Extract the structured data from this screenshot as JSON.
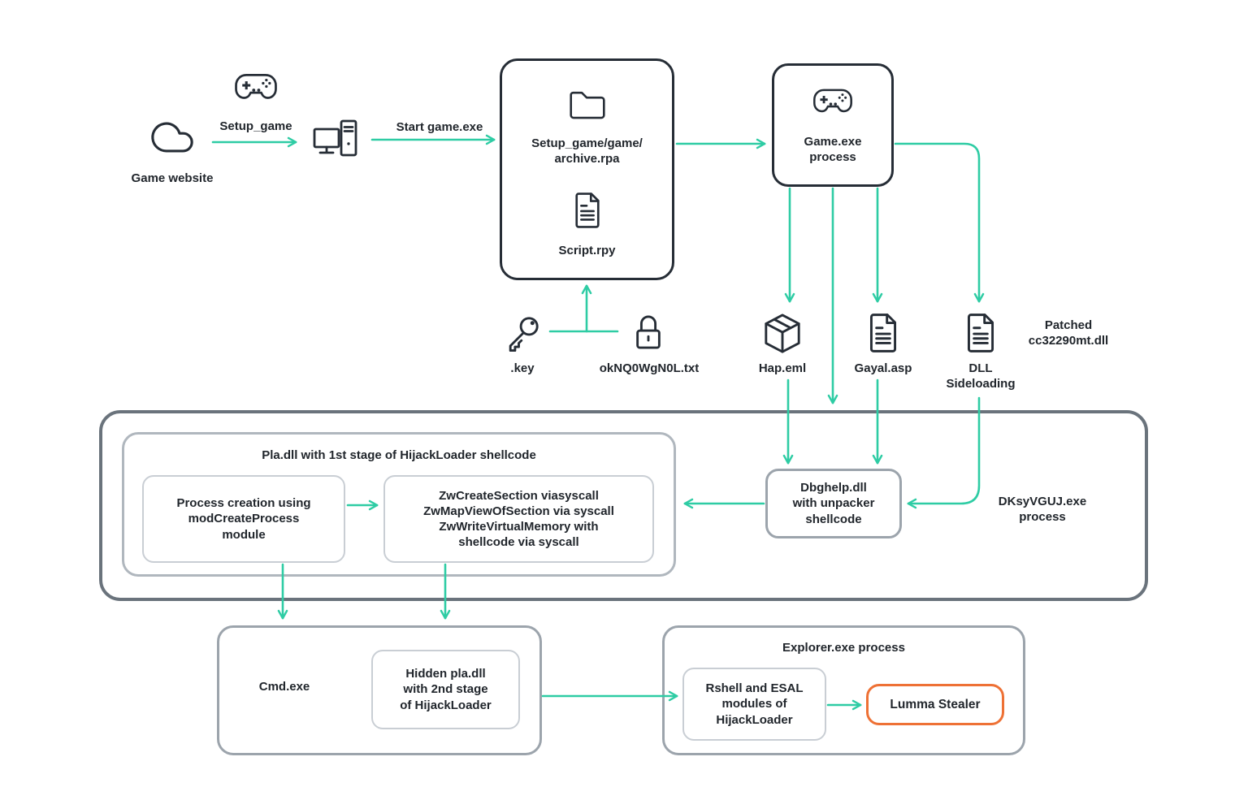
{
  "palette": {
    "teal": "#2ecca4",
    "dark": "#262d36",
    "slate": "#6a737c",
    "mid_gray": "#9ca4ac",
    "light_gray": "#c9ced4",
    "orange": "#ee7135",
    "text": "#21262c"
  },
  "nodes": {
    "game_website": {
      "label": "Game website"
    },
    "edge_setup_game": {
      "label": "Setup_game"
    },
    "edge_start_game": {
      "label": "Start game.exe"
    },
    "installer": {
      "archive": "Setup_game/game/\narchive.rpa",
      "script": "Script.rpy"
    },
    "key_file": {
      "label": ".key"
    },
    "encrypted_file": {
      "label": "okNQ0WgN0L.txt"
    },
    "game_process": {
      "label": "Game.exe\nprocess"
    },
    "hap": {
      "label": "Hap.eml"
    },
    "gayal": {
      "label": "Gayal.asp"
    },
    "dll_sideloading": {
      "label": "DLL\nSideloading"
    },
    "patched_dll": {
      "label": "Patched\ncc32290mt.dll"
    },
    "stage1": {
      "title": "Pla.dll with 1st stage of HijackLoader shellcode",
      "process_creation": "Process creation using\nmodCreateProcess\nmodule",
      "syscalls": "ZwCreateSection viasyscall\nZwMapViewOfSection via syscall\nZwWriteVirtualMemory with\nshellcode via syscall"
    },
    "dbghelp": {
      "label": "Dbghelp.dll\nwith unpacker\nshellcode"
    },
    "dksyvguj": {
      "label": "DKsyVGUJ.exe\nprocess"
    },
    "cmd": {
      "label": "Cmd.exe"
    },
    "hidden_pla": {
      "label": "Hidden pla.dll\nwith 2nd stage\nof HijackLoader"
    },
    "explorer": {
      "title": "Explorer.exe process"
    },
    "rshell": {
      "label": "Rshell and ESAL\nmodules of\nHijackLoader"
    },
    "lumma": {
      "label": "Lumma Stealer"
    }
  }
}
